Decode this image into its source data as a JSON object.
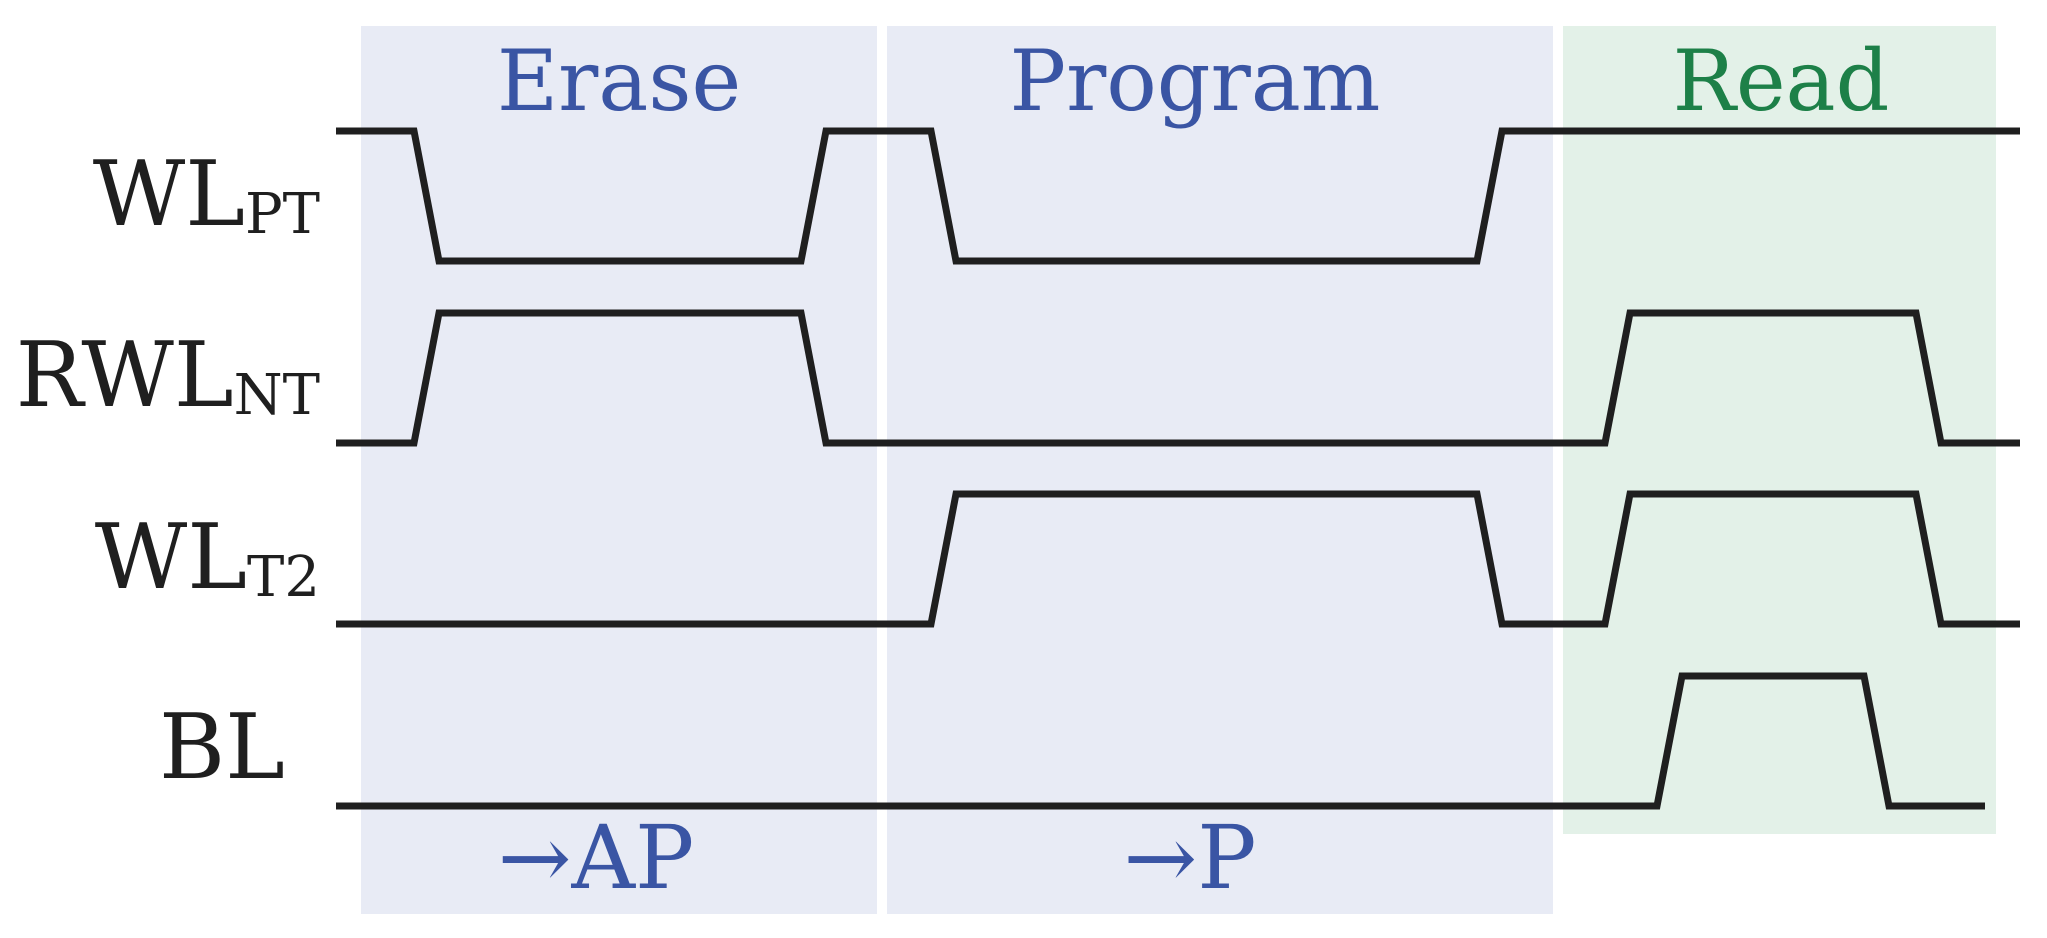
{
  "phases": [
    {
      "key": "erase",
      "label": "Erase",
      "color": "#3a55a4",
      "fill": "#e8ebf5"
    },
    {
      "key": "program",
      "label": "Program",
      "color": "#3a55a4",
      "fill": "#e8ebf5"
    },
    {
      "key": "read",
      "label": "Read",
      "color": "#1d8048",
      "fill": "#e3f1e8"
    }
  ],
  "signals": [
    {
      "key": "wl-pt",
      "main": "WL",
      "sub": "PT"
    },
    {
      "key": "rwl-nt",
      "main": "RWL",
      "sub": "NT"
    },
    {
      "key": "wl-t2",
      "main": "WL",
      "sub": "T2"
    },
    {
      "key": "bl",
      "main": "BL",
      "sub": ""
    }
  ],
  "results": [
    {
      "key": "erase-result",
      "label": "→AP",
      "color": "#3a55a4"
    },
    {
      "key": "program-result",
      "label": "→P",
      "color": "#3a55a4"
    }
  ],
  "colors": {
    "line": "#1f1f1f"
  }
}
